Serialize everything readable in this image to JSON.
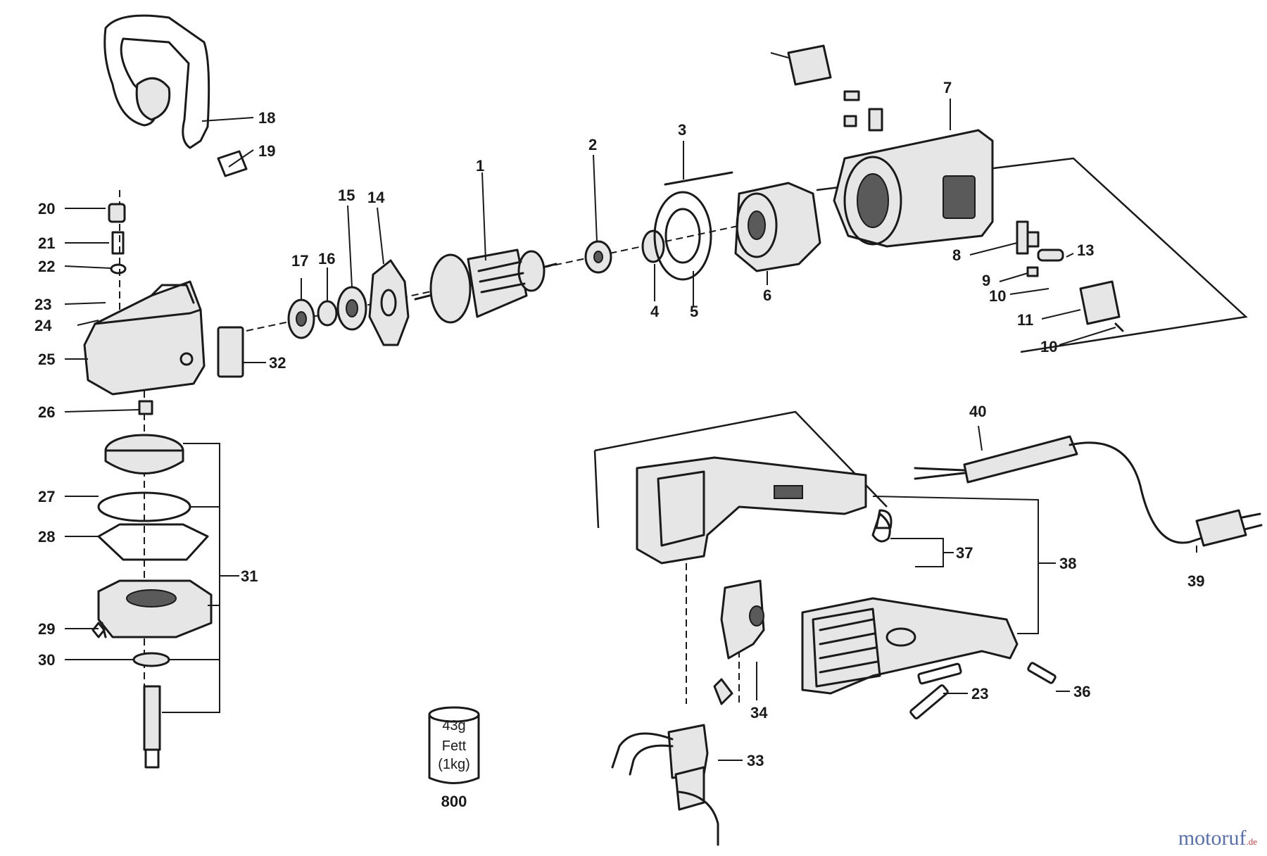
{
  "labels": [
    {
      "id": "1",
      "text": "1"
    },
    {
      "id": "2",
      "text": "2"
    },
    {
      "id": "3",
      "text": "3"
    },
    {
      "id": "4",
      "text": "4"
    },
    {
      "id": "5",
      "text": "5"
    },
    {
      "id": "6",
      "text": "6"
    },
    {
      "id": "7",
      "text": "7"
    },
    {
      "id": "8",
      "text": "8"
    },
    {
      "id": "9",
      "text": "9"
    },
    {
      "id": "10a",
      "text": "10"
    },
    {
      "id": "10b",
      "text": "10"
    },
    {
      "id": "11",
      "text": "11"
    },
    {
      "id": "13",
      "text": "13"
    },
    {
      "id": "14",
      "text": "14"
    },
    {
      "id": "15",
      "text": "15"
    },
    {
      "id": "16",
      "text": "16"
    },
    {
      "id": "17",
      "text": "17"
    },
    {
      "id": "18",
      "text": "18"
    },
    {
      "id": "19",
      "text": "19"
    },
    {
      "id": "20",
      "text": "20"
    },
    {
      "id": "21",
      "text": "21"
    },
    {
      "id": "22",
      "text": "22"
    },
    {
      "id": "23a",
      "text": "23"
    },
    {
      "id": "23b",
      "text": "23"
    },
    {
      "id": "24",
      "text": "24"
    },
    {
      "id": "25",
      "text": "25"
    },
    {
      "id": "26",
      "text": "26"
    },
    {
      "id": "27",
      "text": "27"
    },
    {
      "id": "28",
      "text": "28"
    },
    {
      "id": "29",
      "text": "29"
    },
    {
      "id": "30",
      "text": "30"
    },
    {
      "id": "31",
      "text": "31"
    },
    {
      "id": "32",
      "text": "32"
    },
    {
      "id": "33",
      "text": "33"
    },
    {
      "id": "34",
      "text": "34"
    },
    {
      "id": "36",
      "text": "36"
    },
    {
      "id": "37",
      "text": "37"
    },
    {
      "id": "38",
      "text": "38"
    },
    {
      "id": "39",
      "text": "39"
    },
    {
      "id": "40",
      "text": "40"
    }
  ],
  "grease_can": {
    "weight": "43g",
    "line1": "Fett",
    "line2": "(1kg)",
    "part_number": "800"
  },
  "watermark": {
    "text": "motoruf",
    "suffix": ".de"
  }
}
